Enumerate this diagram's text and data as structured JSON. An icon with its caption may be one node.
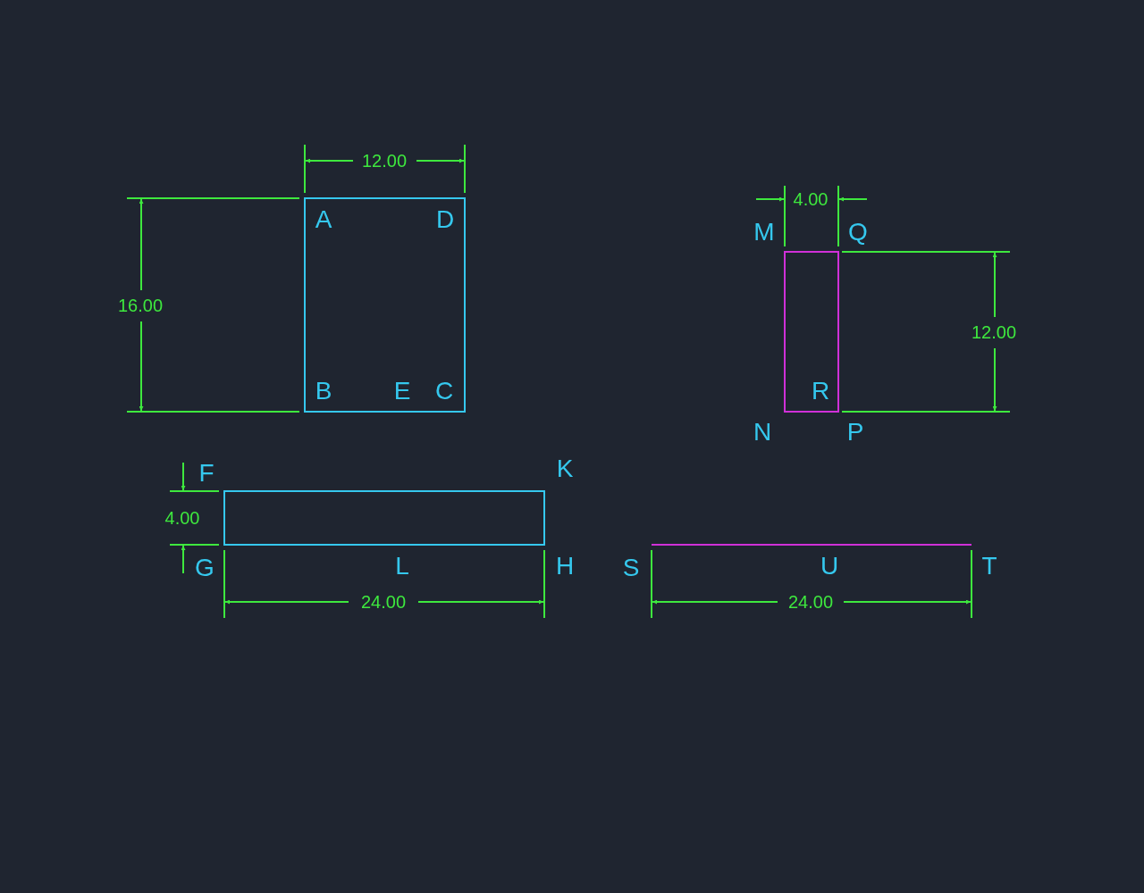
{
  "diagram": {
    "nodes": [
      {
        "text": [],
        "shape": "box"
      },
      {
        "text": [],
        "shape": "box"
      },
      {
        "text": [],
        "shape": "box"
      },
      {
        "text": [],
        "shape": "line"
      }
    ],
    "labels": [
      "12.00",
      "4.00",
      "A",
      "D",
      "M",
      "Q",
      "16.00",
      "12.00",
      "B",
      "E",
      "C",
      "R",
      "N",
      "P",
      "F",
      "K",
      "4.00",
      "G",
      "L",
      "H",
      "S",
      "U",
      "T",
      "24.00",
      "24.00"
    ]
  }
}
